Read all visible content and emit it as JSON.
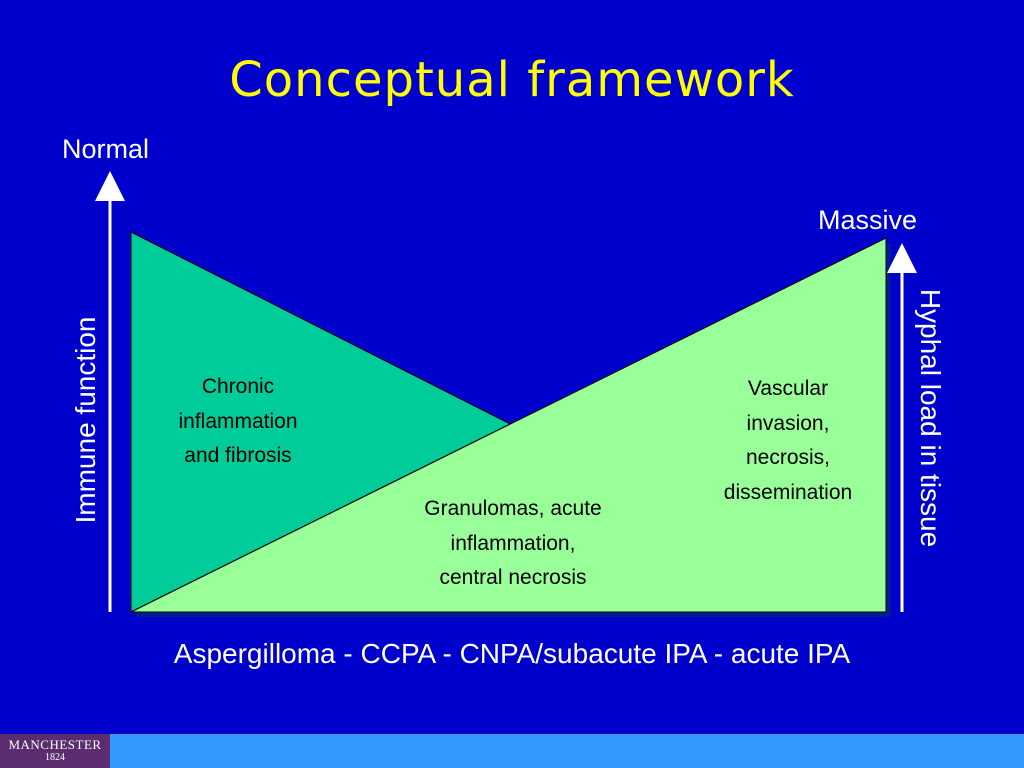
{
  "title": "Conceptual framework",
  "axes": {
    "top_left_label": "Normal",
    "top_right_label": "Massive",
    "left_axis_label": "Immune function",
    "right_axis_label": "Hyphal load in tissue",
    "bottom_label": "Aspergilloma - CCPA - CNPA/subacute IPA - acute IPA"
  },
  "regions": {
    "left": [
      "Chronic",
      "inflammation",
      "and fibrosis"
    ],
    "middle": [
      "Granulomas, acute",
      "inflammation,",
      "central necrosis"
    ],
    "right": [
      "Vascular",
      "invasion,",
      "necrosis,",
      "dissemination"
    ]
  },
  "colors": {
    "background": "#0000cc",
    "title": "#ffff00",
    "immune_triangle": "#00cc99",
    "hyphal_triangle": "#99ff99",
    "footer_bar": "#3399ff",
    "logo_bg": "#5b2c6f"
  },
  "logo": {
    "main": "MANCHESTER",
    "year": "1824"
  }
}
